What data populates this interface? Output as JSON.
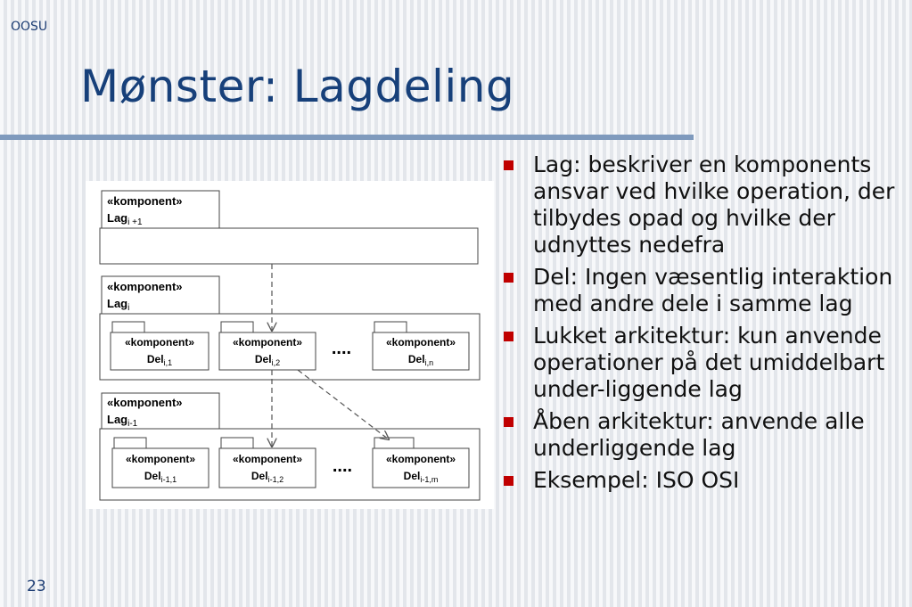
{
  "header": {
    "course": "OOSU",
    "title": "Mønster: Lagdeling"
  },
  "footer": {
    "slide_number": "23"
  },
  "diagram": {
    "stereotype": "«komponent»",
    "layer_top": {
      "name": "Lag",
      "sub": "i +1"
    },
    "layer_mid": {
      "name": "Lag",
      "sub": "i"
    },
    "layer_bottom": {
      "name": "Lag",
      "sub": "i-1"
    },
    "mid_parts": [
      {
        "name": "Del",
        "sub": "i,1"
      },
      {
        "name": "Del",
        "sub": "i,2"
      },
      {
        "name": "Del",
        "sub": "i,n"
      }
    ],
    "bottom_parts": [
      {
        "name": "Del",
        "sub": "i-1,1"
      },
      {
        "name": "Del",
        "sub": "i-1,2"
      },
      {
        "name": "Del",
        "sub": "i-1,m"
      }
    ],
    "ellipsis": "...."
  },
  "bullets": [
    "Lag: beskriver en komponents ansvar ved hvilke operation, der tilbydes opad og hvilke der udnyttes nedefra",
    "Del: Ingen væsentlig interaktion med andre dele i samme lag",
    "Lukket arkitektur: kun anvende operationer på det umiddelbart under-liggende lag",
    "Åben arkitektur: anvende alle underliggende lag",
    "Eksempel: ISO OSI"
  ]
}
